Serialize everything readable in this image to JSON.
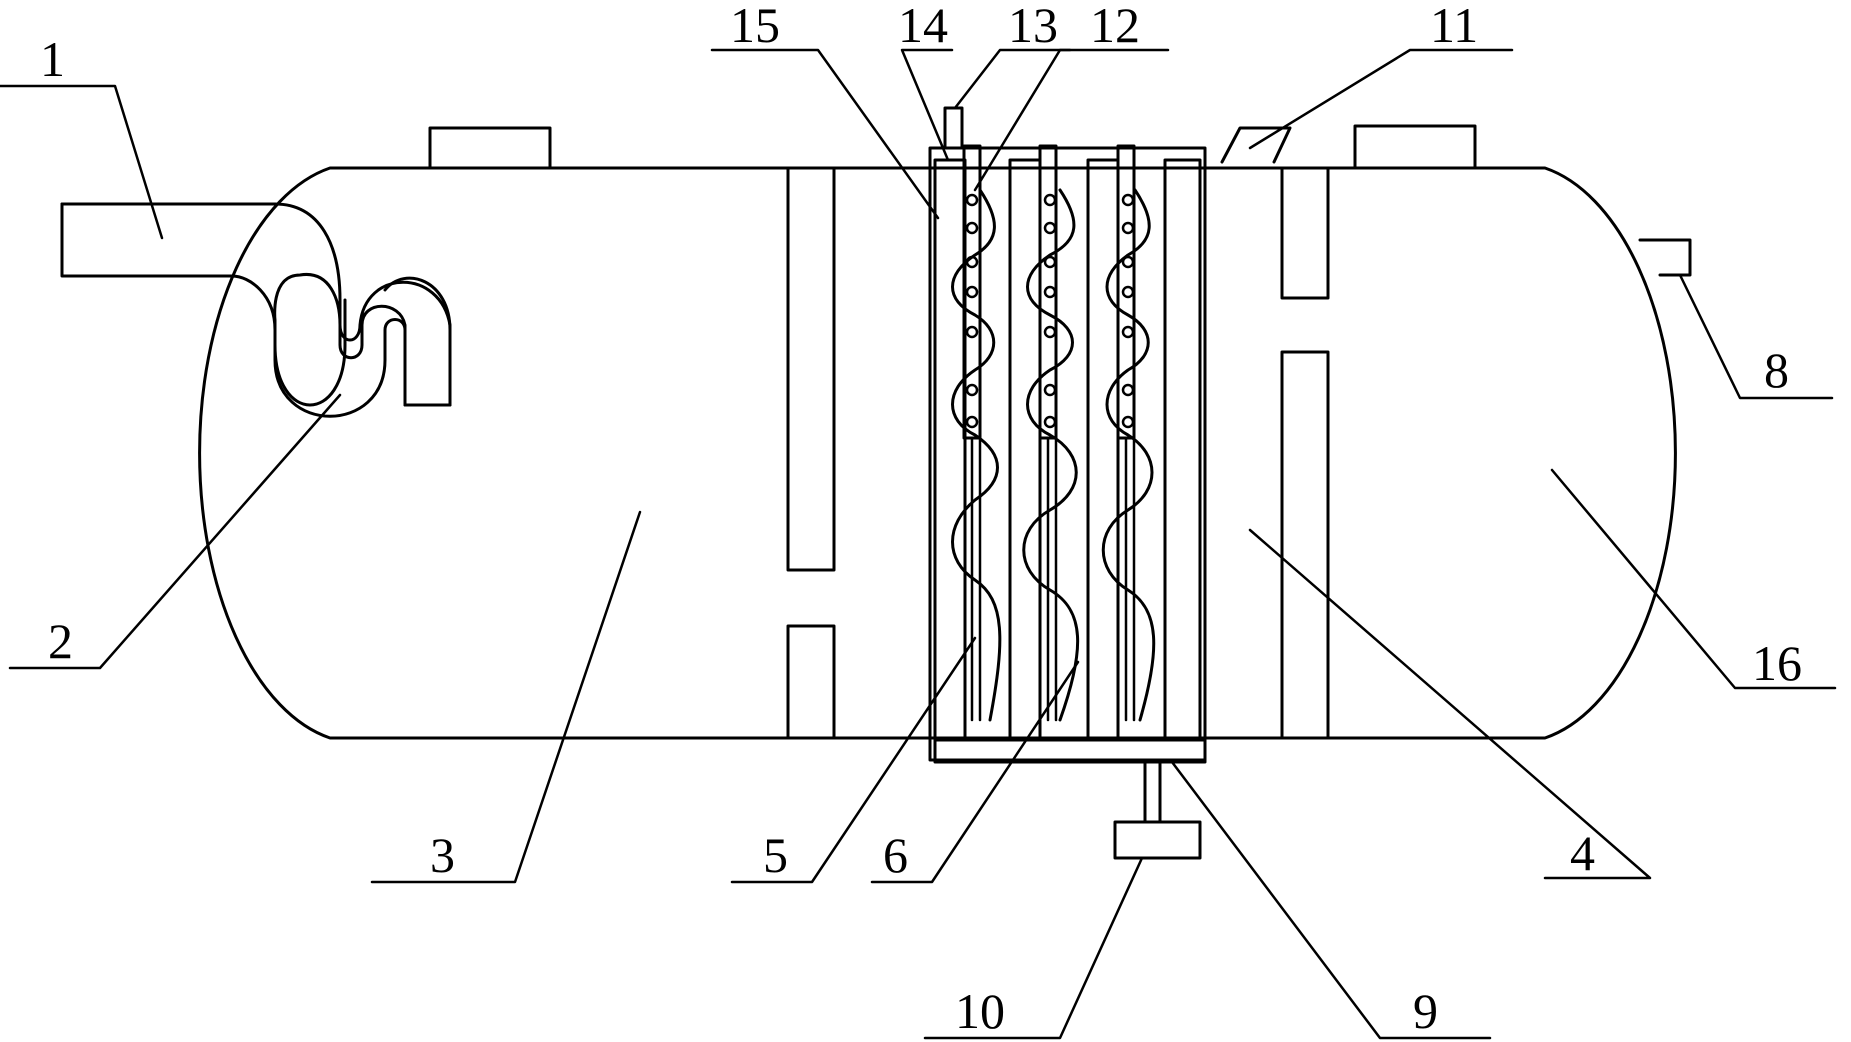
{
  "labels": {
    "n1": "1",
    "n2": "2",
    "n3": "3",
    "n4": "4",
    "n5": "5",
    "n6": "6",
    "n8": "8",
    "n9": "9",
    "n10": "10",
    "n11": "11",
    "n12": "12",
    "n13": "13",
    "n14": "14",
    "n15": "15",
    "n16": "16"
  }
}
